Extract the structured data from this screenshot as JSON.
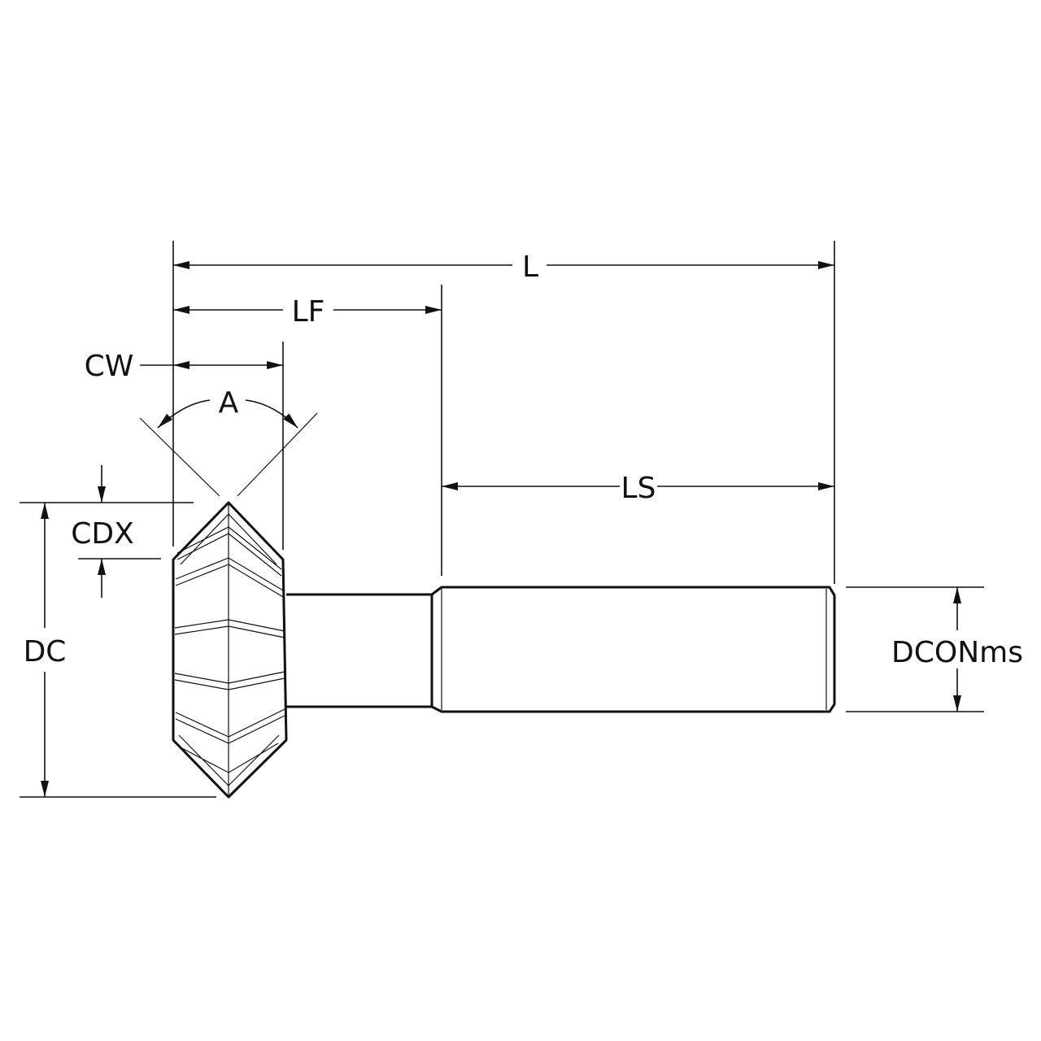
{
  "colors": {
    "line": "#111111",
    "background": "#ffffff"
  },
  "labels": {
    "L": "L",
    "LF": "LF",
    "CW": "CW",
    "A": "A",
    "LS": "LS",
    "CDX": "CDX",
    "DC": "DC",
    "DCONms": "DCONms"
  }
}
